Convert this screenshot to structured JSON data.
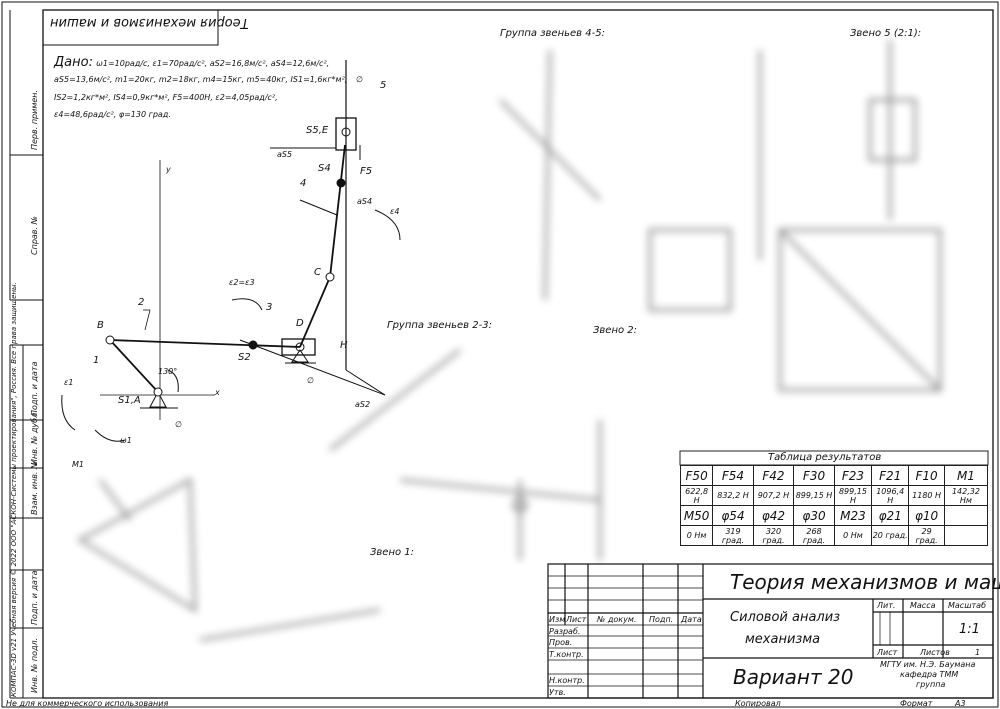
{
  "stamp_rotated": "Теория механизмов и машин",
  "given": {
    "label": "Дано:",
    "line1": "ω1=10рад/с, ε1=70рад/с², aS2=16,8м/с², aS4=12,6м/с²,",
    "line2": "aS5=13,6м/с², m1=20кг, m2=18кг, m4=15кг, m5=40кг, IS1=1,6кг*м²,",
    "line3": "IS2=1,2кг*м², IS4=0,9кг*м², F5=400Н, ε2=4,05рад/с²,",
    "line4": "ε4=48,6рад/с², φ=130 град."
  },
  "section_titles": {
    "group45": "Группа звеньев 4-5:",
    "link5": "Звено 5 (2:1):",
    "group23": "Группа звеньев 2-3:",
    "link2": "Звено 2:",
    "link1": "Звено 1:"
  },
  "mechanism_labels": {
    "y": "y",
    "x": "x",
    "B": "B",
    "A": "S1,A",
    "n1": "1",
    "n2": "2",
    "n3": "3",
    "n4": "4",
    "n5": "5",
    "D": "D",
    "C": "C",
    "H": "H",
    "S2": "S2",
    "S4": "S4",
    "S5E": "S5,E",
    "F5": "F5",
    "aS5": "aS5",
    "aS4": "aS4",
    "aS2": "aS2",
    "eps4": "ε4",
    "eps2": "ε2=ε3",
    "eps1": "ε1",
    "omega1": "ω1",
    "M1": "M1",
    "angle": "130°",
    "phi1": "∅",
    "phi2": "∅",
    "phi3": "∅"
  },
  "results_table": {
    "title": "Таблица результатов",
    "header1": [
      "F50",
      "F54",
      "F42",
      "F30",
      "F23",
      "F21",
      "F10",
      "M1"
    ],
    "values1": [
      "622,8 Н",
      "832,2 Н",
      "907,2 Н",
      "899,15 Н",
      "899,15 Н",
      "1096,4 Н",
      "1180 Н",
      "142,32 Нм"
    ],
    "header2": [
      "M50",
      "φ54",
      "φ42",
      "φ30",
      "M23",
      "φ21",
      "φ10"
    ],
    "values2": [
      "0 Нм",
      "319 град.",
      "320 град.",
      "268 град.",
      "0 Нм",
      "20 град.",
      "29 град."
    ]
  },
  "title_block": {
    "discipline": "Теория механизмов и машин",
    "doc_title_1": "Силовой анализ",
    "doc_title_2": "механизма",
    "variant": "Вариант 20",
    "col_izm": "Изм",
    "col_list": "Лист",
    "col_doc": "№ докум.",
    "col_podp": "Подп.",
    "col_data": "Дата",
    "razrab": "Разраб.",
    "prov": "Пров.",
    "tkontr": "Т.контр.",
    "nkontr": "Н.контр.",
    "utv": "Утв.",
    "lit": "Лит.",
    "massa": "Масса",
    "masshtab": "Масштаб",
    "scale": "1:1",
    "list": "Лист",
    "listov": "Листов",
    "listov_val": "1",
    "org1": "МГТУ им. Н.Э. Баумана",
    "org2": "кафедра ТММ",
    "org3": "группа"
  },
  "side_frame": {
    "perv_primen": "Перв. примен.",
    "sprav": "Справ. №",
    "podp_data1": "Подп. и дата",
    "inv_dubl": "Инв. № дубл.",
    "vzam_inv": "Взам. инв. №",
    "podp_data2": "Подп. и дата",
    "inv_podl": "Инв. № подл.",
    "kompas": "КОМПАС-3D v21 Учебная версия © 2022 ООО \"АСКОН-Системы проектирования\", Россия. Все права защищены."
  },
  "footer": {
    "noncommercial": "Не для коммерческого использования",
    "kopiroval": "Копировал",
    "format": "Формат",
    "format_val": "А3"
  }
}
